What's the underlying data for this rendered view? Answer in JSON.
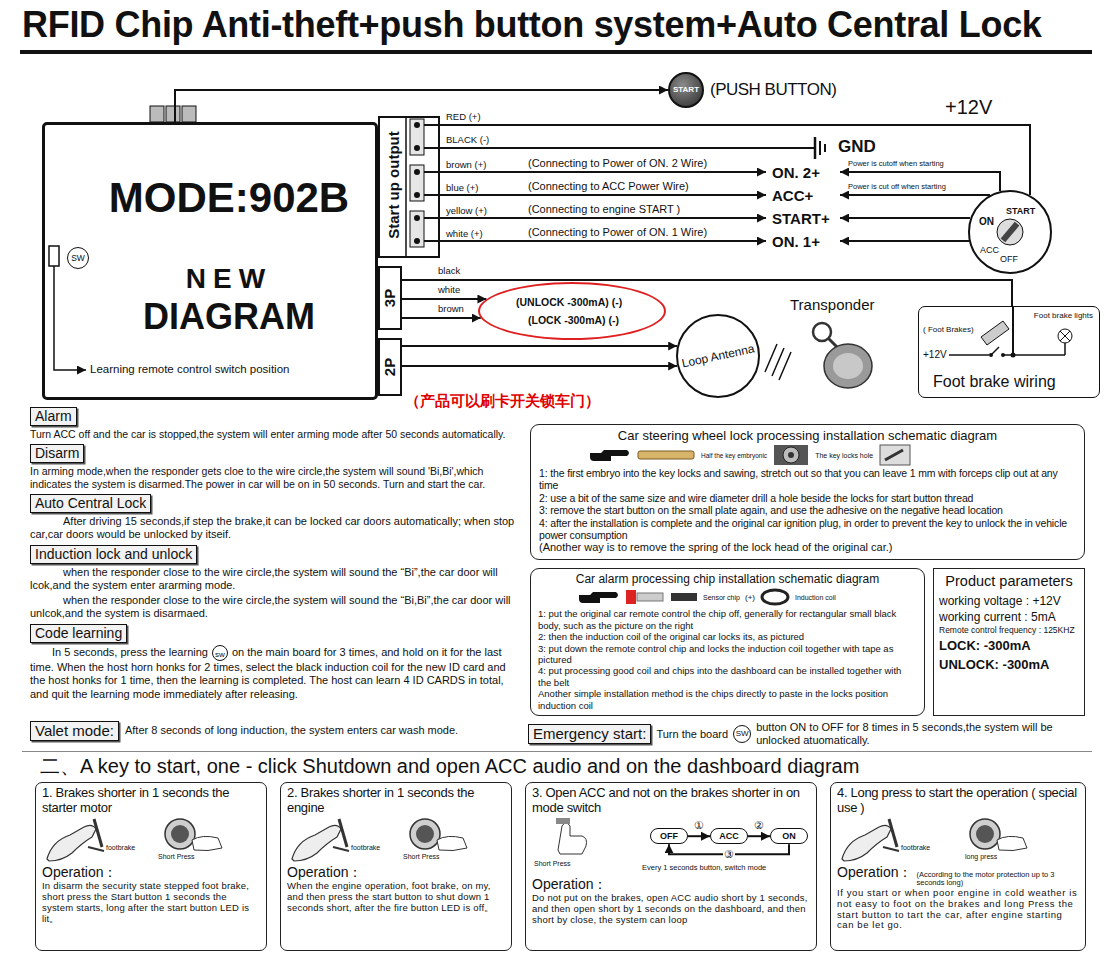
{
  "diagram": {
    "title": "RFID Chip Anti-theft+push button system+Auto Central Lock",
    "nodes": [
      {
        "text": [
          "START",
          "(PUSH BUTTON)"
        ]
      },
      {
        "text": [
          "MODE:902B",
          "NEW",
          "DIAGRAM"
        ]
      },
      {
        "text": [
          "SW"
        ],
        "in": 1
      },
      {
        "text": [
          "Start up output"
        ]
      },
      {
        "text": [
          "START",
          "ON",
          "ACC",
          "OFF"
        ]
      },
      {
        "text": [
          "3P"
        ]
      },
      {
        "text": [
          "(UNLOCK -300mA) (-)",
          "(LOCK -300mA) (-)"
        ]
      },
      {
        "text": [
          "Transponder"
        ]
      },
      {
        "text": [
          "Foot brake lights",
          "( Foot Brakes)",
          "+12V",
          "Foot brake wiring"
        ]
      },
      {
        "text": [
          "2P"
        ]
      },
      {
        "text": [
          "Loop Antenna"
        ]
      },
      {
        "text": [
          "Alarm"
        ]
      },
      {
        "text": [
          "Disarm"
        ]
      },
      {
        "text": [
          "Auto Central Lock"
        ]
      },
      {
        "text": [
          "Induction lock and unlock"
        ]
      },
      {
        "text": [
          "Code learning"
        ]
      },
      {
        "text": [
          "sw"
        ]
      },
      {
        "text": [
          "Car steering wheel lock processing installation schematic diagram",
          "Half the key embryonic",
          "The key locks hole",
          "1: the first embryo into the key locks and sawing, stretch out so that you can leave 1 mm with forceps clip out at any time",
          "2: use a bit of the same size and wire diameter drill a hole beside the locks for start button thread",
          "3: remove the start button on the small plate again, and use the adhesive on the negative head location",
          "4: after the installation is complete and the original car ignition plug, in order to prevent the key to unlock the in vehicle power consumption",
          "(Another way is to remove the spring of the lock head of the original car.)"
        ]
      },
      {
        "text": [
          "Car alarm processing chip installation schematic diagram",
          "Sensor chip",
          "(+)",
          "Induction coil",
          "1: put the original car remote control the chip off, generally for rectangular small black body, such as the picture on the right",
          "2: then the induction coil of the original car locks its, as pictured",
          "3: put down the remote control chip and locks the induction coil together with tape as pictured",
          "4: put processing good coil and chips into the dashboard can be installed together with the belt",
          "Another simple installation method is the chips directly to paste in the locks position induction coil"
        ]
      },
      {
        "text": [
          "Product parameters",
          "working voltage : +12V",
          "working current : 5mA",
          "Remote control frequency : 125KHZ",
          "LOCK: -300mA",
          "UNLOCK: -300mA"
        ]
      },
      {
        "text": [
          "Valet mode:"
        ]
      },
      {
        "text": [
          "Emergency start:"
        ]
      },
      {
        "text": [
          "SW"
        ]
      },
      {
        "text": [
          "1. Brakes shorter in 1 seconds the starter motor",
          "footbrake",
          "Short Press",
          "Operation：",
          "In disarm the security state stepped foot brake, short press the Start button 1 seconds the system starts, long after the start button LED is lit。"
        ]
      },
      {
        "text": [
          "2. Brakes shorter in 1 seconds the engine",
          "footbrake",
          "Short Press",
          "Operation：",
          "When the engine operation, foot brake, on my, and then press the start button to shut down 1 seconds short, after the fire button LED is off。"
        ]
      },
      {
        "text": [
          "3. Open ACC and not on the brakes shorter in on mode switch",
          "Short Press",
          "Every 1 seconds button, switch mode",
          "Operation：",
          "Do not put on the brakes, open ACC audio short by 1 seconds, and then open short by 1 seconds on the dashboard, and then short by close, the system can loop"
        ]
      },
      {
        "text": [
          "OFF"
        ],
        "in": 25
      },
      {
        "text": [
          "ACC"
        ],
        "in": 25
      },
      {
        "text": [
          "ON"
        ],
        "in": 25
      },
      {
        "text": [
          "4. Long press to start the operation ( special use )",
          "footbrake",
          "long press",
          "Operation：",
          "(According to the motor protection up to 3 seconds long)",
          "If you start or when poor engine in cold weather is not easy to foot on the brakes and long Press the start button to tart the car, after engine starting can be let go."
        ]
      }
    ],
    "edges": [
      {
        "from": 1,
        "to": 0,
        "arrow": "to"
      },
      {
        "from": 3,
        "to": 4,
        "arrow": "none"
      },
      {
        "from": 5,
        "to": 8,
        "arrow": "none"
      },
      {
        "from": 5,
        "to": 6,
        "arrow": "to"
      },
      {
        "from": 5,
        "to": 6,
        "arrow": "to"
      },
      {
        "from": 9,
        "to": 10,
        "arrow": "to"
      },
      {
        "from": 26,
        "to": 27,
        "label": "①",
        "arrow": "to"
      },
      {
        "from": 27,
        "to": 28,
        "label": "②",
        "arrow": "to"
      },
      {
        "from": 28,
        "to": 26,
        "label": "③",
        "arrow": "to"
      }
    ],
    "labels": [
      "+12V",
      "RED (+)",
      "BLACK (-)",
      "GND",
      "brown (+)",
      "(Connecting to Power of ON. 2 Wire)",
      "blue (+)",
      "(Connecting to ACC Power Wire)",
      "yellow (+)",
      "(Connecting to engine START )",
      "white (+)",
      "(Connecting to Power of ON. 1 Wire)",
      "ON. 2+",
      "ACC+",
      "START+",
      "ON. 1+",
      "Power is cutoff when starting",
      "Power is cut off when starting",
      "Learning remote control switch position",
      "black",
      "white",
      "brown",
      "（产品可以刷卡开关锁车门）",
      "Turn ACC off and the car is stopped,the system will enter arming mode after 50 seconds automatically.",
      "In arming mode,when the responder gets cloe to the wire circle,the system will sound 'Bi,Bi',which indicates the system is disarmed.The power in car will be on in 50 seconds. Turn and start the car.",
      "After driving 15 seconds,if step the brake,it can be locked car doors automatically; when stop car,car doors would be unlocked by itseif.",
      "when the responder close to the wire circle,the system will sound the “Bi”,the car door will lcok,and the system enter ararming mode.",
      "when the responder close to the wire circle,the system will sound the “Bi,Bi”,the car door will unlcok,and the system is disarmaed.",
      "In 5 seconds, press the learning",
      "on the main board for 3 times, and hold on it for the last time. When the host horn honks for 2 times, select the black induction coil for the new ID card and the host honks for 1 time, then the learning is completed. The host can learn 4 ID CARDS in total, and quit the learning mode immediately after releasing.",
      "After 8 seconds of long induction, the system enters car wash mode.",
      "Turn the board",
      "button ON to OFF for 8 times in 5 seconds,the system will be unlocked atuomatically.",
      "二、A key to start, one - click Shutdown and open ACC audio and on the dashboard diagram"
    ]
  }
}
